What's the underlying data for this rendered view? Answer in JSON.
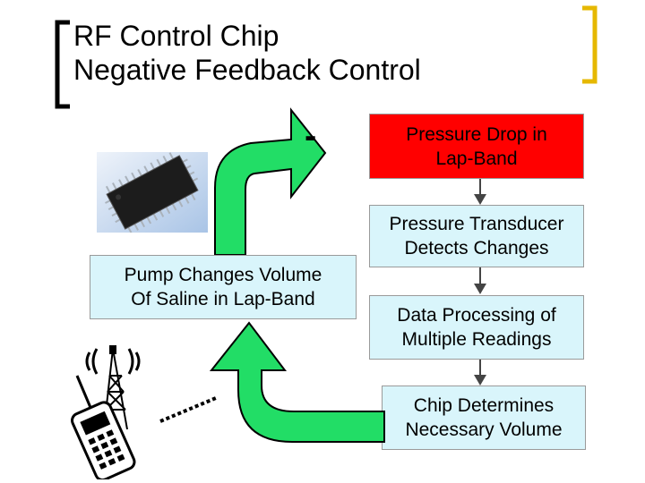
{
  "slide": {
    "title_line1": "RF Control Chip",
    "title_line2": "Negative Feedback Control",
    "minus_sign": "-"
  },
  "flow_boxes": [
    {
      "text": "Pressure Drop in\nLap-Band",
      "fill": "#ff0000"
    },
    {
      "text": "Pressure Transducer\nDetects Changes",
      "fill": "#d9f5fb"
    },
    {
      "text": "Data Processing of\nMultiple Readings",
      "fill": "#d9f5fb"
    },
    {
      "text": "Chip Determines\nNecessary Volume",
      "fill": "#d9f5fb"
    }
  ],
  "pump_box": {
    "text": "Pump Changes Volume\nOf Saline in Lap-Band",
    "fill": "#d9f5fb"
  },
  "images": {
    "chip": "microchip-photo",
    "remote": "remote-control-radio-tower-clipart"
  },
  "colors": {
    "accent_bracket": "#e6b800",
    "left_bracket": "#000000",
    "green_arrow": "#22dd66",
    "arrow_outline": "#000000",
    "flow_arrow": "#444444"
  }
}
